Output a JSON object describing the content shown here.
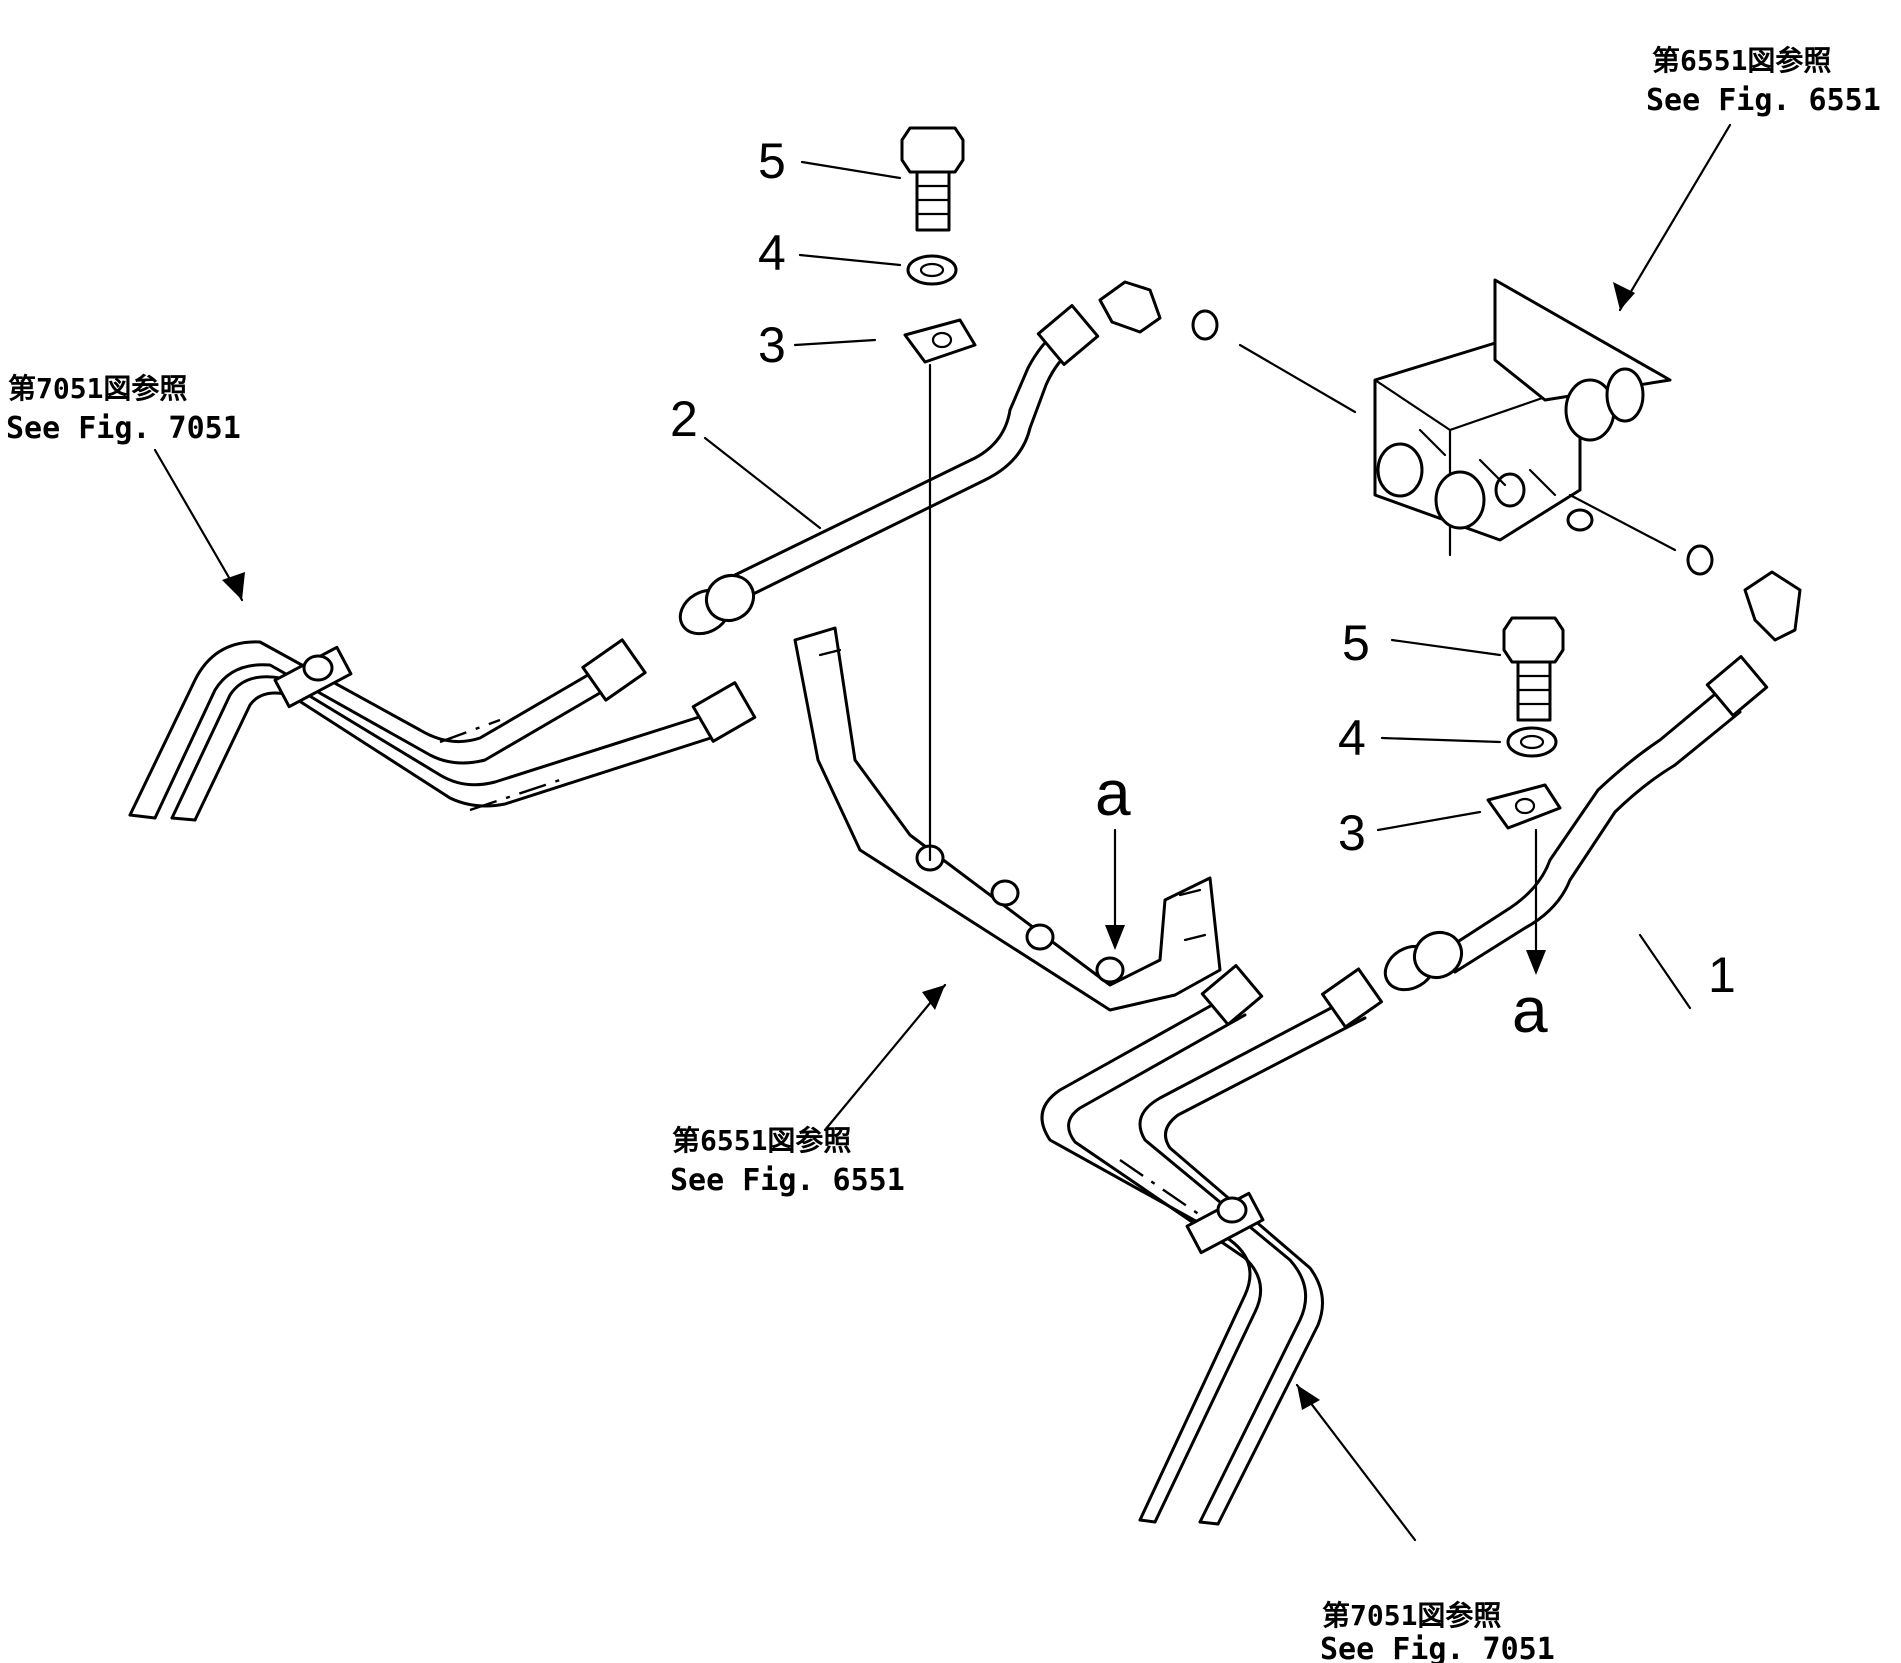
{
  "references": [
    {
      "id": "top-right",
      "jp": "第6551図参照",
      "en": "See  Fig.  6551"
    },
    {
      "id": "left",
      "jp": "第7051図参照",
      "en": "See  Fig.  7051"
    },
    {
      "id": "center",
      "jp": "第6551図参照",
      "en": "See  Fig.  6551"
    },
    {
      "id": "bottom-right",
      "jp": "第7051図参照",
      "en": "See  Fig.  7051"
    }
  ],
  "part_numbers": {
    "hose_right": "1",
    "hose_left": "2",
    "clip_left": "3",
    "washer_left": "4",
    "bolt_left": "5",
    "clip_right": "3",
    "washer_right": "4",
    "bolt_right": "5"
  },
  "view_marks": {
    "bracket_arrow": "a",
    "clamp_arrow": "a"
  }
}
